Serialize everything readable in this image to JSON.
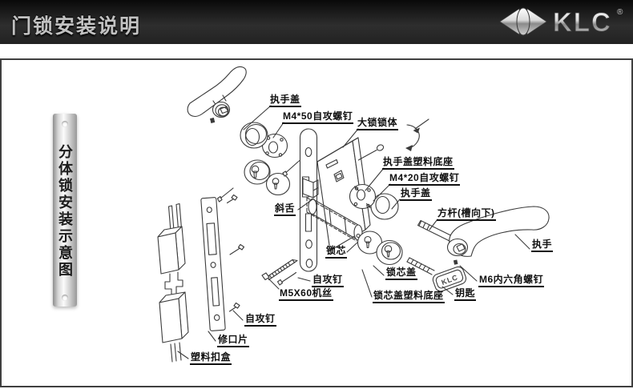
{
  "header": {
    "title": "门锁安装说明",
    "brand": "KLC",
    "registered_mark": "®"
  },
  "ribbon": {
    "text": "分体锁安装示意图"
  },
  "diagram": {
    "key_engraving": "KLC",
    "labels": [
      {
        "id": "handle-cover",
        "text": "执手盖"
      },
      {
        "id": "m4x50-self-tapping-screw",
        "text": "M4*50自攻螺钉"
      },
      {
        "id": "lock-body",
        "text": "大锁锁体"
      },
      {
        "id": "handle-cover-plastic-base",
        "text": "执手盖塑料底座"
      },
      {
        "id": "m4x20-self-tapping-screw",
        "text": "M4*20自攻螺钉"
      },
      {
        "id": "handle-cover-right",
        "text": "执手盖"
      },
      {
        "id": "square-spindle-slot-down",
        "text": "方杆(槽向下)"
      },
      {
        "id": "handle",
        "text": "执手"
      },
      {
        "id": "latch-bolt",
        "text": "斜舌"
      },
      {
        "id": "lock-cylinder",
        "text": "锁芯"
      },
      {
        "id": "cylinder-cover",
        "text": "锁芯盖"
      },
      {
        "id": "self-tapping-screw",
        "text": "自攻钉"
      },
      {
        "id": "m5x60-machine-screw",
        "text": "M5X60机丝"
      },
      {
        "id": "cylinder-cover-plastic-base",
        "text": "锁芯盖塑料底座"
      },
      {
        "id": "m6-hex-socket-screw",
        "text": "M6内六角螺钉"
      },
      {
        "id": "key",
        "text": "钥匙"
      },
      {
        "id": "self-tapping-screw-2",
        "text": "自攻钉"
      },
      {
        "id": "strike-plate",
        "text": "修口片"
      },
      {
        "id": "plastic-dust-box",
        "text": "塑料扣盒"
      }
    ]
  },
  "colors": {
    "header_bg": "#1f1f1f",
    "header_text": "#c2c2c2",
    "line_art": "#3b3b3b",
    "label_text": "#101010",
    "ribbon_metal": "#d6d6d6"
  }
}
